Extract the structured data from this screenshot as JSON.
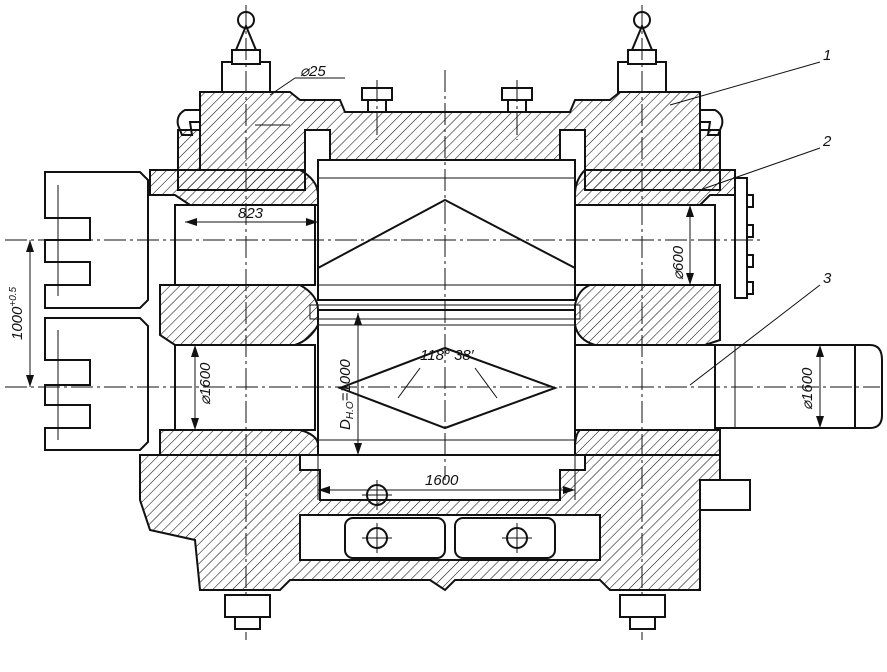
{
  "labels": {
    "callout_1": "1",
    "callout_2": "2",
    "callout_3": "3",
    "dim_hole": "⌀25",
    "dim_823": "823",
    "dim_1000_base": "1000",
    "dim_1000_tol": "+0.5",
    "dim_600": "⌀600",
    "dim_1600_left": "⌀1600",
    "dim_1600_right": "⌀1600",
    "dim_dh": "D",
    "dim_dh_sub": "H.O",
    "dim_dh_val": "=1000",
    "angle": "118° 38′",
    "dim_1600_bottom": "1600"
  }
}
